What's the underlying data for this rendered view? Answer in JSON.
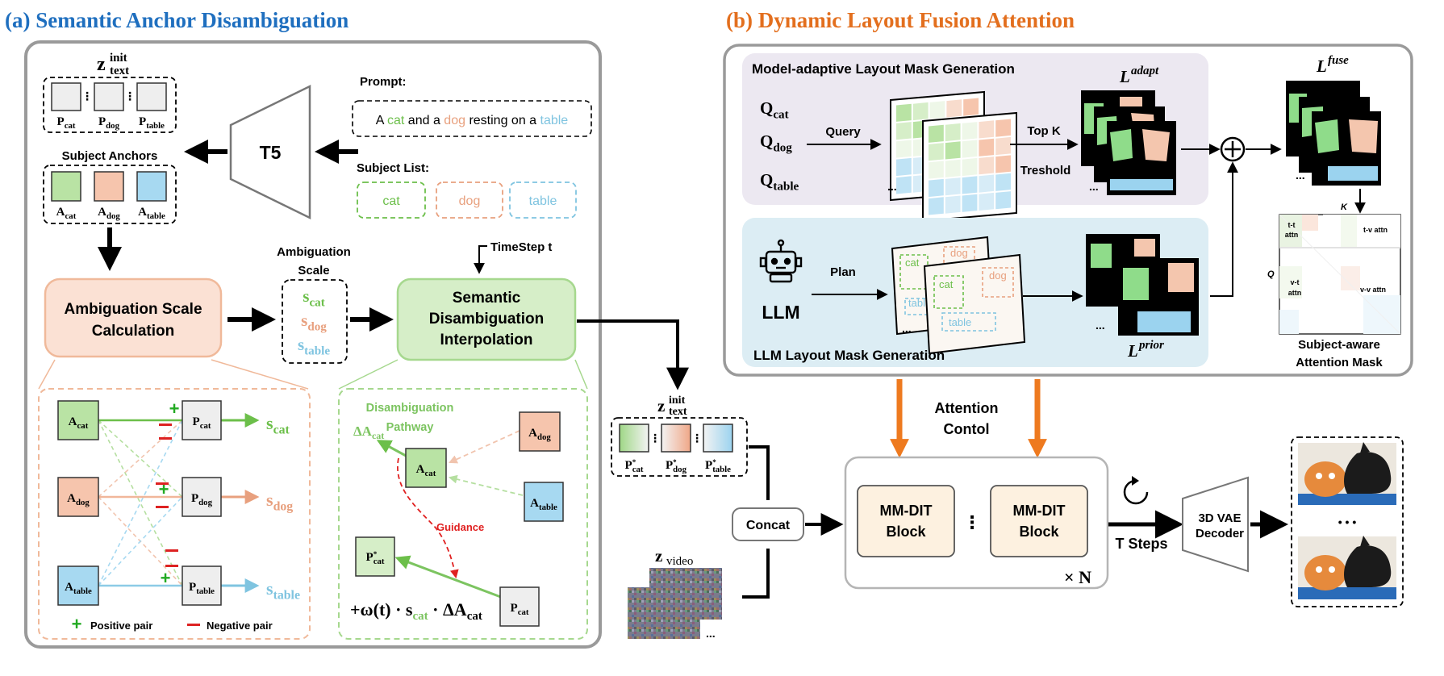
{
  "panel_a": {
    "title": "(a) Semantic Anchor Disambiguation",
    "z_init": "z",
    "z_sup": "init",
    "z_sub": "text",
    "prompt_label": "Prompt:",
    "prompt_parts": [
      "A ",
      "cat",
      " and a ",
      "dog",
      " resting on a ",
      "table"
    ],
    "subject_list_label": "Subject List:",
    "subjects": [
      "cat",
      "dog",
      "table"
    ],
    "t5_label": "T5",
    "p_tokens": [
      "P",
      "P",
      "P"
    ],
    "subject_anchors_label": "Subject Anchors",
    "a_tokens": [
      "A",
      "A",
      "A"
    ],
    "ambiguation_scale_label": [
      "Ambiguation",
      "Scale"
    ],
    "s_tokens": [
      "s",
      "s",
      "s"
    ],
    "timestep_label": "TimeStep t",
    "box_calc": [
      "Ambiguation Scale",
      "Calculation"
    ],
    "box_interp": [
      "Semantic",
      "Disambiguation",
      "Interpolation"
    ],
    "positive_pair": "Positive pair",
    "negative_pair": "Negative pair",
    "disambig_pathway": [
      "Disambiguation",
      "Pathway"
    ],
    "guidance": "Guidance",
    "delta": "Δ",
    "formula_prefix": "+ω(t) · s",
    "formula_mid": " · Δ",
    "star": "*"
  },
  "panel_b": {
    "title": "(b) Dynamic Layout Fusion Attention",
    "adapt_title": "Model-adaptive Layout Mask Generation",
    "q_tokens": [
      "Q",
      "Q",
      "Q"
    ],
    "query_label": "Query",
    "topk_label": "Top K",
    "threshold_label": "Treshold",
    "l_adapt": "L",
    "l_adapt_sup": "adapt",
    "l_fuse": "L",
    "l_fuse_sup": "fuse",
    "l_prior": "L",
    "l_prior_sup": "prior",
    "llm_title": "LLM Layout Mask Generation",
    "llm_label": "LLM",
    "plan_label": "Plan",
    "k_label": "K",
    "q_label": "Q",
    "attn_cells": [
      "t-t",
      "attn",
      "t-v attn",
      "v-t",
      "attn",
      "v-v attn"
    ],
    "mask_caption": [
      "Subject-aware",
      "Attention Mask"
    ],
    "mask_words": [
      "cat",
      "dog",
      "table"
    ],
    "plus_symbol": "+",
    "dots": "..."
  },
  "pipeline": {
    "attention_control": [
      "Attention",
      "Contol"
    ],
    "concat": "Concat",
    "z_video": "z",
    "z_video_sub": "video",
    "mmdit_block": [
      "MM-DIT",
      "Block"
    ],
    "times_n": "× N",
    "t_steps": "T Steps",
    "vae": [
      "3D VAE",
      "Decoder"
    ],
    "output_dots": "• • •",
    "vdots": "⋮"
  },
  "subscripts": [
    "cat",
    "dog",
    "table"
  ],
  "colors": {
    "title_a": "#1f6fbf",
    "title_b": "#e36f1e",
    "cat": "#6cbf4a",
    "dog": "#e8a07e",
    "table": "#7fc4e0",
    "cat_fill": "#d6eec8",
    "dog_fill": "#f6cdb8",
    "table_fill": "#bfe3f5",
    "orange_arrow": "#ee7a1f",
    "guidance": "#e02020",
    "plus": "#22aa22",
    "minus": "#dd2222"
  }
}
